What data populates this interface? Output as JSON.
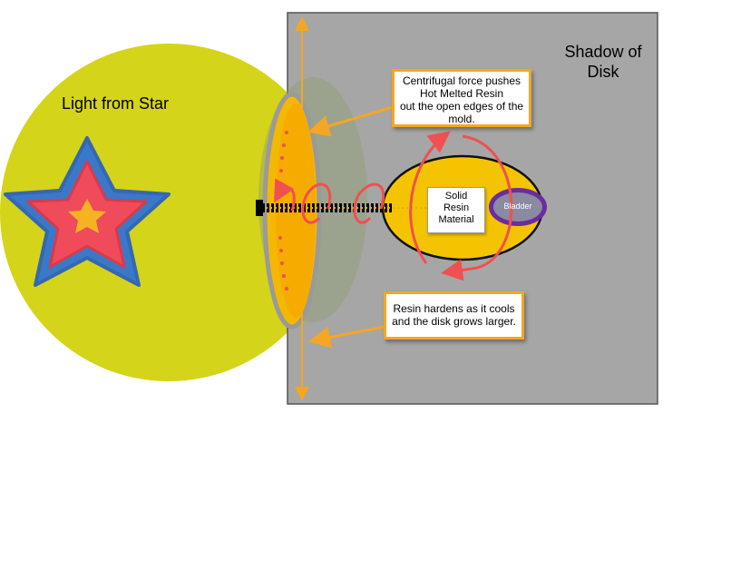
{
  "labels": {
    "star": "Light from Star",
    "shadow_line1": "Shadow of",
    "shadow_line2": "Disk"
  },
  "callouts": {
    "top": [
      "Centrifugal force pushes",
      "Hot Melted Resin",
      "out the open edges of the",
      "mold."
    ],
    "bottom": [
      "Resin hardens as it cools",
      "and the disk grows larger."
    ]
  },
  "core": {
    "lines": [
      "Solid",
      "Resin",
      "Material"
    ],
    "bladder": "Bladder"
  },
  "colors": {
    "light": "#d4d41a",
    "shadow": "#a6a6a6",
    "resin": "#f5b800",
    "arrow_orange": "#f5a623",
    "arrow_red": "#f05050",
    "star_outer": "#3a78c9",
    "star_mid": "#f04b5a",
    "star_inner": "#f5b223",
    "bladder": "#6a2ca0",
    "axis": "#5a5ad0"
  },
  "icons": {
    "star": "star-icon"
  }
}
